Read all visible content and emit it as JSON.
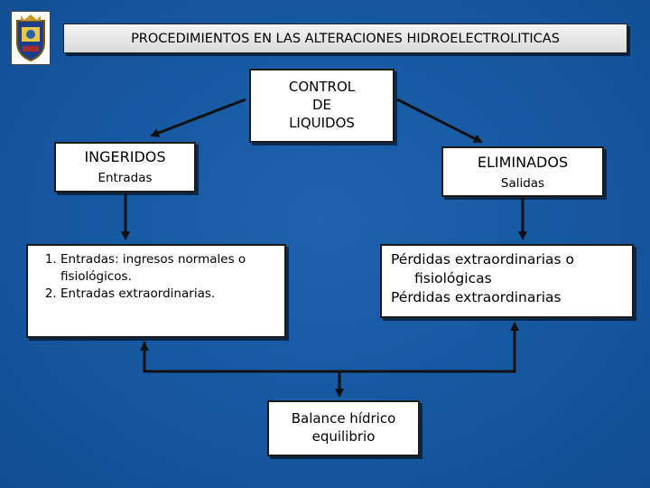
{
  "header": {
    "title": "PROCEDIMIENTOS EN LAS ALTERACIONES HIDROELECTROLITICAS"
  },
  "diagram": {
    "control": {
      "lines": [
        "CONTROL",
        "DE",
        "LIQUIDOS"
      ]
    },
    "ingeridos": {
      "title": "INGERIDOS",
      "subtitle": "Entradas"
    },
    "eliminados": {
      "title": "ELIMINADOS",
      "subtitle": "Salidas"
    },
    "entradas": {
      "items": [
        "Entradas: ingresos normales o fisiológicos.",
        "Entradas extraordinarias."
      ]
    },
    "perdidas": {
      "line1": "Pérdidas extraordinarias o",
      "line2": "fisiológicas",
      "line3": "Pérdidas extraordinarias"
    },
    "balance": {
      "lines": [
        "Balance hídrico",
        "equilibrio"
      ]
    }
  },
  "colors": {
    "background": "#175aa3",
    "box": "#ffffff",
    "border": "#1a1a1a"
  }
}
